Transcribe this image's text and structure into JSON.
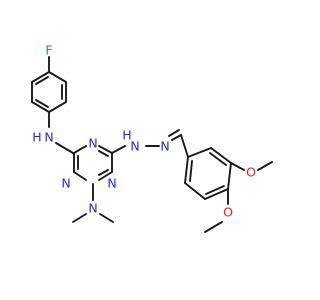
{
  "molecule": {
    "colors": {
      "bond": "#1a1a1a",
      "C": "#1a1a1a",
      "N": "#1f2fd6",
      "O": "#ee1a1a",
      "F": "#2e9d2e"
    },
    "atom_labels": {
      "fluorine": "F",
      "amine_nh_left": "N",
      "amine_h_left": "H",
      "triazine_n_top": "N",
      "triazine_n_left": "N",
      "triazine_n_bottom": "N",
      "hydrazine_h": "H",
      "hydrazine_n1": "N",
      "hydrazine_n2": "N",
      "n_dimethyl": "N",
      "o_methoxy_upper": "O",
      "o_methoxy_lower": "O"
    }
  }
}
